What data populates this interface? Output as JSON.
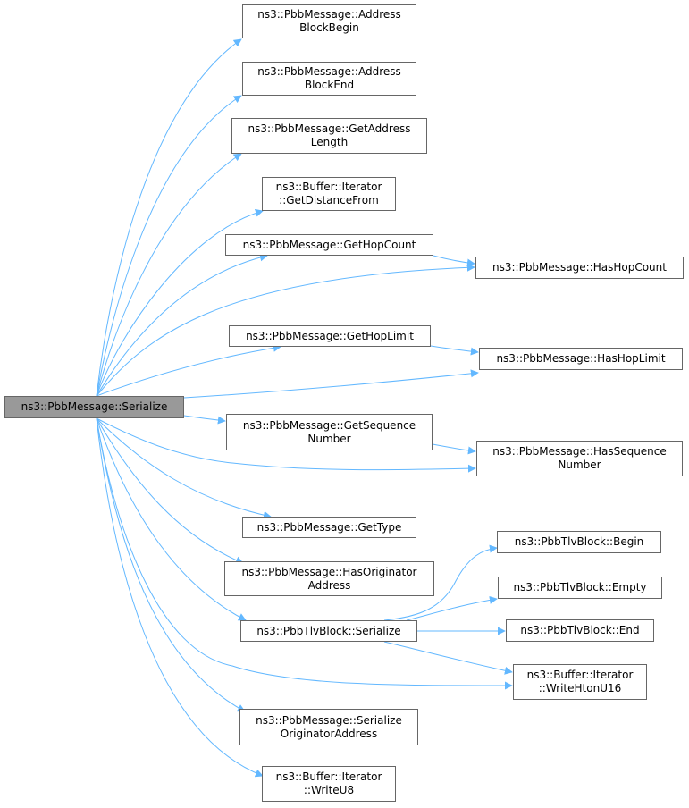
{
  "colors": {
    "edge": "#63b8ff",
    "node_border": "#666666",
    "root_fill": "#999999",
    "node_fill": "#ffffff"
  },
  "nodes": {
    "root": {
      "lines": [
        "ns3::PbbMessage::Serialize"
      ]
    },
    "address_block_begin": {
      "lines": [
        "ns3::PbbMessage::Address",
        "BlockBegin"
      ]
    },
    "address_block_end": {
      "lines": [
        "ns3::PbbMessage::Address",
        "BlockEnd"
      ]
    },
    "get_address_length": {
      "lines": [
        "ns3::PbbMessage::GetAddress",
        "Length"
      ]
    },
    "get_distance_from": {
      "lines": [
        "ns3::Buffer::Iterator",
        "::GetDistanceFrom"
      ]
    },
    "get_hop_count": {
      "lines": [
        "ns3::PbbMessage::GetHopCount"
      ]
    },
    "has_hop_count": {
      "lines": [
        "ns3::PbbMessage::HasHopCount"
      ]
    },
    "get_hop_limit": {
      "lines": [
        "ns3::PbbMessage::GetHopLimit"
      ]
    },
    "has_hop_limit": {
      "lines": [
        "ns3::PbbMessage::HasHopLimit"
      ]
    },
    "get_sequence_number": {
      "lines": [
        "ns3::PbbMessage::GetSequence",
        "Number"
      ]
    },
    "has_sequence_number": {
      "lines": [
        "ns3::PbbMessage::HasSequence",
        "Number"
      ]
    },
    "get_type": {
      "lines": [
        "ns3::PbbMessage::GetType"
      ]
    },
    "has_originator_address": {
      "lines": [
        "ns3::PbbMessage::HasOriginator",
        "Address"
      ]
    },
    "tlv_block_serialize": {
      "lines": [
        "ns3::PbbTlvBlock::Serialize"
      ]
    },
    "tlv_block_begin": {
      "lines": [
        "ns3::PbbTlvBlock::Begin"
      ]
    },
    "tlv_block_empty": {
      "lines": [
        "ns3::PbbTlvBlock::Empty"
      ]
    },
    "tlv_block_end": {
      "lines": [
        "ns3::PbbTlvBlock::End"
      ]
    },
    "write_hton_u16": {
      "lines": [
        "ns3::Buffer::Iterator",
        "::WriteHtonU16"
      ]
    },
    "serialize_originator_address": {
      "lines": [
        "ns3::PbbMessage::Serialize",
        "OriginatorAddress"
      ]
    },
    "write_u8": {
      "lines": [
        "ns3::Buffer::Iterator",
        "::WriteU8"
      ]
    }
  },
  "edges": [
    [
      "root",
      "address_block_begin"
    ],
    [
      "root",
      "address_block_end"
    ],
    [
      "root",
      "get_address_length"
    ],
    [
      "root",
      "get_distance_from"
    ],
    [
      "root",
      "get_hop_count"
    ],
    [
      "root",
      "has_hop_count"
    ],
    [
      "root",
      "get_hop_limit"
    ],
    [
      "root",
      "has_hop_limit"
    ],
    [
      "root",
      "get_sequence_number"
    ],
    [
      "root",
      "has_sequence_number"
    ],
    [
      "root",
      "get_type"
    ],
    [
      "root",
      "has_originator_address"
    ],
    [
      "root",
      "tlv_block_serialize"
    ],
    [
      "root",
      "write_hton_u16"
    ],
    [
      "root",
      "serialize_originator_address"
    ],
    [
      "root",
      "write_u8"
    ],
    [
      "get_hop_count",
      "has_hop_count"
    ],
    [
      "get_hop_limit",
      "has_hop_limit"
    ],
    [
      "get_sequence_number",
      "has_sequence_number"
    ],
    [
      "tlv_block_serialize",
      "tlv_block_begin"
    ],
    [
      "tlv_block_serialize",
      "tlv_block_empty"
    ],
    [
      "tlv_block_serialize",
      "tlv_block_end"
    ],
    [
      "tlv_block_serialize",
      "write_hton_u16"
    ]
  ]
}
